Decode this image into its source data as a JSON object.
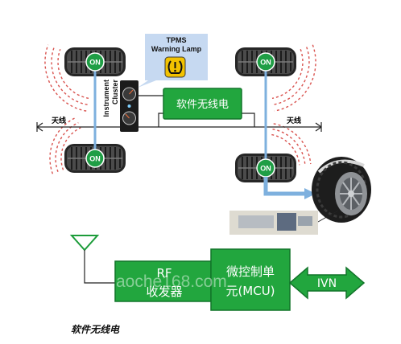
{
  "top": {
    "tpms_callout": {
      "line1": "TPMS",
      "line2": "Warning Lamp",
      "icon": "tpms-warning-icon"
    },
    "instrument_cluster": {
      "line1": "Instrument",
      "line2": "Cluster"
    },
    "radio_box_label": "软件无线电",
    "antenna_labels": [
      "天线",
      "天线"
    ],
    "sensors": [
      "ON",
      "ON",
      "ON",
      "ON"
    ]
  },
  "bottom": {
    "rf_box": {
      "line1": "RF",
      "line2": "收发器"
    },
    "mcu_box": {
      "line1": "微控制单",
      "line2": "元(MCU)"
    },
    "ivn_label": "IVN",
    "caption": "软件无线电"
  },
  "watermark": "aoche168.com",
  "colors": {
    "module_green": "#22a63e",
    "module_border": "#12752a",
    "sensor_green": "#1f9e45",
    "link_blue": "#7eb0de",
    "signal_red": "#d9534f",
    "lamp_callout": "#c6d9f1",
    "warning_yellow": "#f2c200"
  }
}
